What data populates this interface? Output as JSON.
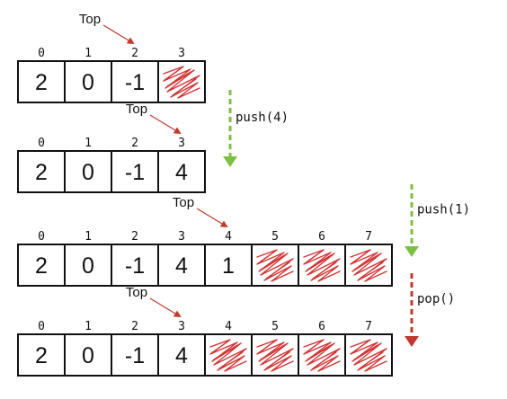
{
  "colors": {
    "cell_border": "#111111",
    "scribble": "#d23434",
    "top_arrow": "#c0392b",
    "push_arrow": "#7cc043",
    "pop_arrow": "#c0392b"
  },
  "top_label": "Top",
  "arrays": [
    {
      "indices": [
        "0",
        "1",
        "2",
        "3"
      ],
      "values": [
        "2",
        "0",
        "-1",
        ""
      ],
      "top_index": 2
    },
    {
      "indices": [
        "0",
        "1",
        "2",
        "3"
      ],
      "values": [
        "2",
        "0",
        "-1",
        "4"
      ],
      "top_index": 3
    },
    {
      "indices": [
        "0",
        "1",
        "2",
        "3",
        "4",
        "5",
        "6",
        "7"
      ],
      "values": [
        "2",
        "0",
        "-1",
        "4",
        "1",
        "",
        "",
        ""
      ],
      "top_index": 4
    },
    {
      "indices": [
        "0",
        "1",
        "2",
        "3",
        "4",
        "5",
        "6",
        "7"
      ],
      "values": [
        "2",
        "0",
        "-1",
        "4",
        "",
        "",
        "",
        ""
      ],
      "top_index": 3
    }
  ],
  "operations": [
    {
      "label": "push(4)",
      "kind": "push"
    },
    {
      "label": "push(1)",
      "kind": "push"
    },
    {
      "label": "pop()",
      "kind": "pop"
    }
  ]
}
